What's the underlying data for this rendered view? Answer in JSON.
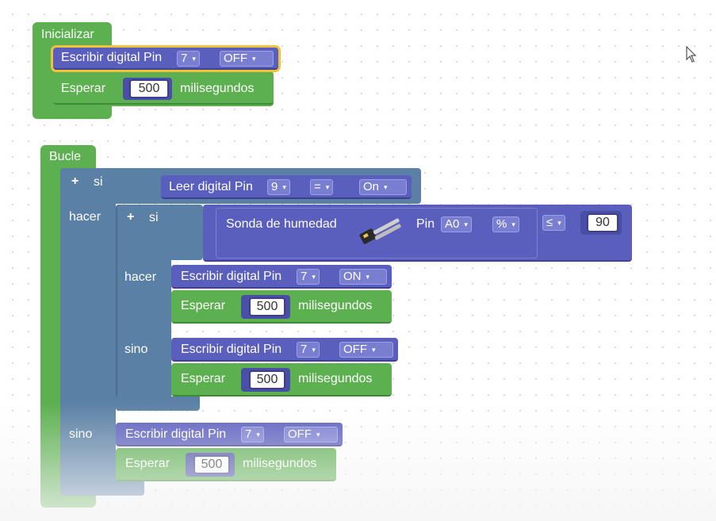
{
  "init": {
    "hat": "Inicializar",
    "write_block": {
      "label": "Escribir digital Pin",
      "pin": "7",
      "state": "OFF"
    },
    "wait_block": {
      "label": "Esperar",
      "value": "500",
      "unit": "milisegundos"
    }
  },
  "loop": {
    "hat": "Bucle",
    "if_outer": {
      "si": "si",
      "hacer": "hacer",
      "sino": "sino",
      "condition": {
        "label": "Leer digital Pin",
        "pin": "9",
        "op": "=",
        "value": "On"
      }
    },
    "if_inner": {
      "si": "si",
      "hacer": "hacer",
      "sino": "sino",
      "condition": {
        "sensor": "Sonda de humedad",
        "pin_label": "Pin",
        "pin": "A0",
        "unit": "%",
        "op": "≤",
        "value": "90"
      }
    },
    "inner_then": {
      "write_block": {
        "label": "Escribir digital Pin",
        "pin": "7",
        "state": "ON"
      },
      "wait_block": {
        "label": "Esperar",
        "value": "500",
        "unit": "milisegundos"
      }
    },
    "inner_else": {
      "write_block": {
        "label": "Escribir digital Pin",
        "pin": "7",
        "state": "OFF"
      },
      "wait_block": {
        "label": "Esperar",
        "value": "500",
        "unit": "milisegundos"
      }
    },
    "outer_else": {
      "write_block": {
        "label": "Escribir digital Pin",
        "pin": "7",
        "state": "OFF"
      },
      "wait_block": {
        "label": "Esperar",
        "value": "500",
        "unit": "milisegundos"
      }
    }
  },
  "icons": {
    "plus": "+",
    "dropdown": "▾"
  }
}
